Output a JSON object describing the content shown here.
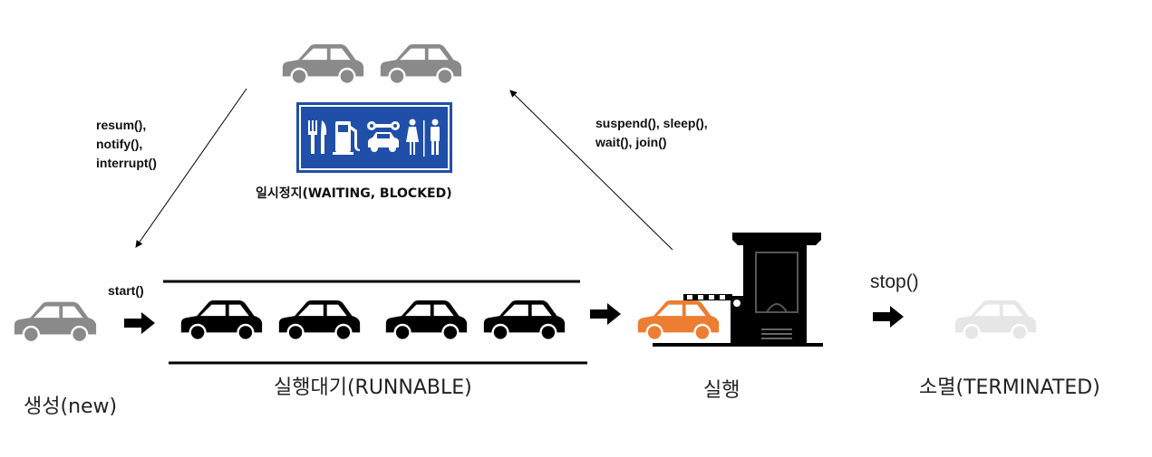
{
  "states": {
    "new": {
      "label": "생성(new)",
      "color": "#8a8a8a"
    },
    "runnable": {
      "label": "실행대기(RUNNABLE)",
      "color": "#000000"
    },
    "running": {
      "label": "실행",
      "color": "#ed7d31"
    },
    "waiting": {
      "label": "일시정지(WAITING, BLOCKED)",
      "color": "#8a8a8a"
    },
    "terminated": {
      "label": "소멸(TERMINATED)",
      "color": "#e6e6e6"
    }
  },
  "transitions": {
    "start": "start()",
    "resume": "resum(),\nnotify(),\ninterrupt()",
    "suspend": "suspend(), sleep(),\nwait(), join()",
    "stop": "stop()"
  },
  "colors": {
    "sign_blue": "#1f4fa8",
    "booth": "#000000"
  },
  "icons": [
    "car-icon",
    "right-arrow-icon",
    "service-area-sign-icon",
    "toll-booth-icon"
  ]
}
